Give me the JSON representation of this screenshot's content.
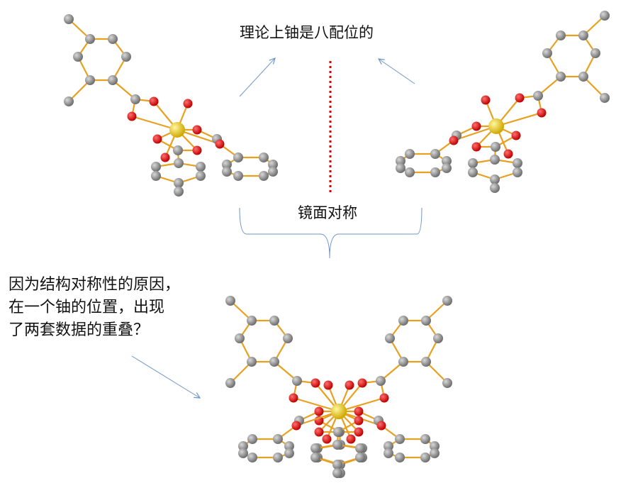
{
  "labels": {
    "top": "理论上铀是八配位的",
    "mirror": "镜面对称",
    "note_lines": [
      "因为结构对称性的原因，",
      "在一个铀的位置，出现",
      "了两套数据的重叠？"
    ]
  },
  "colors": {
    "carbon": "#8c8c8c",
    "oxygen": "#e00000",
    "uranium": "#f0d000",
    "bond": "#e8a020",
    "arrow": "#6f95c8",
    "mirror_line": "#e00000"
  }
}
